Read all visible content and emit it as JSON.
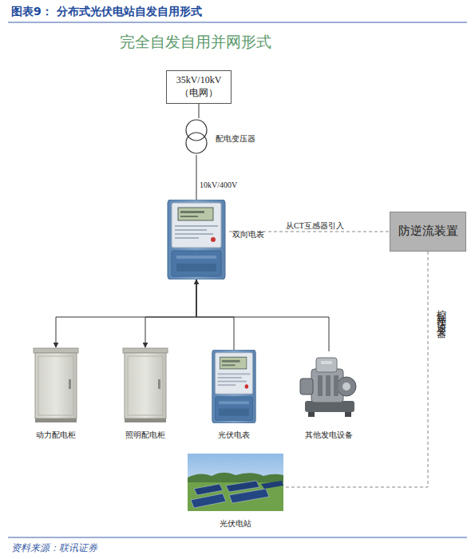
{
  "diagram": {
    "title": "图表9： 分布式光伏电站自发自用形式",
    "caption": "资料来源：联讯证券",
    "nodes": [
      {
        "text": [
          "35kV/10kV （电网）"
        ]
      },
      {
        "text": [
          "配电变压器"
        ]
      },
      {
        "text": [
          "双向电表"
        ]
      },
      {
        "text": [
          "防逆流装置"
        ]
      },
      {
        "text": [
          "动力配电柜"
        ]
      },
      {
        "text": [
          "照明配电柜"
        ]
      },
      {
        "text": [
          "光伏电表"
        ]
      },
      {
        "text": [
          "其他发电设备"
        ]
      },
      {
        "text": [
          "光伏电站"
        ]
      }
    ],
    "edges": [
      {
        "from": 0,
        "to": 1,
        "arrow": "none"
      },
      {
        "from": 1,
        "to": 2,
        "label": "10kV/400V",
        "arrow": "none"
      },
      {
        "from": 2,
        "to": 3,
        "label": "从CT互感器引入",
        "arrow": "none"
      },
      {
        "from": 3,
        "to": 8,
        "label": "控制光伏逆变器",
        "arrow": "none"
      },
      {
        "from": 2,
        "to": 4,
        "arrow": "to"
      },
      {
        "from": 2,
        "to": 5,
        "arrow": "to"
      },
      {
        "from": 6,
        "to": 2,
        "arrow": "to"
      },
      {
        "from": 2,
        "to": 7,
        "arrow": "none"
      }
    ],
    "labels": [
      "完全自发自用并网形式"
    ]
  }
}
